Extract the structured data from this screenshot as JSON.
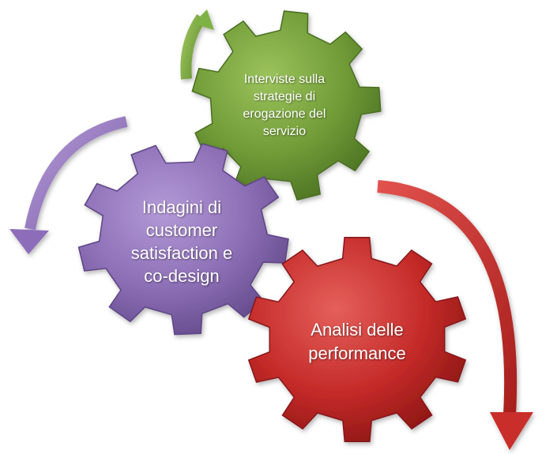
{
  "colors": {
    "green_gear": "#6f9a36",
    "purple_gear": "#8b6db4",
    "red_gear": "#c42a28",
    "label_text": "#ffffff"
  },
  "gears": [
    {
      "id": "green",
      "color": "green",
      "label_lines": [
        "Interviste sulla",
        "strategie di",
        "erogazione del",
        "servizio"
      ]
    },
    {
      "id": "purple",
      "color": "purple",
      "label_lines": [
        "Indagini di",
        "customer",
        "satisfaction e",
        "co-design"
      ]
    },
    {
      "id": "red",
      "color": "red",
      "label_lines": [
        "Analisi delle",
        "performance"
      ]
    }
  ],
  "arrows": [
    {
      "id": "green-arrow",
      "color": "green",
      "direction": "up"
    },
    {
      "id": "purple-arrow",
      "color": "purple",
      "direction": "down-left"
    },
    {
      "id": "red-arrow",
      "color": "red",
      "direction": "down"
    }
  ]
}
